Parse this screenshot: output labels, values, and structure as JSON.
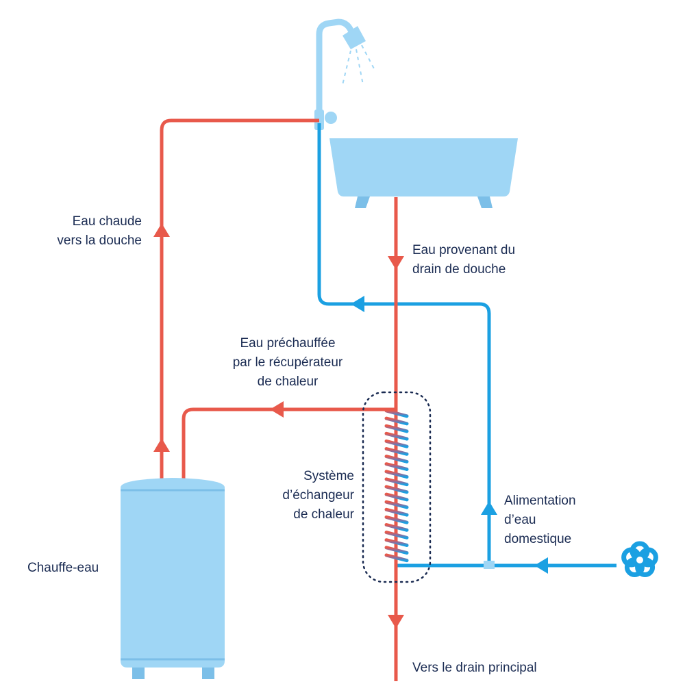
{
  "colors": {
    "hot": "#e8594b",
    "cold": "#1ba0e2",
    "fixture": "#9fd6f5",
    "fixture_dark": "#7cbfe8",
    "text": "#1a2b52",
    "dotted": "#1a2b52"
  },
  "icons": {
    "shower": "shower-head-icon",
    "bathtub": "bathtub-icon",
    "valve": "water-valve-icon",
    "heater": "water-heater-icon",
    "exchanger": "heat-exchanger-coil-icon"
  },
  "labels": {
    "hot_to_shower": [
      "Eau chaude",
      "vers la douche"
    ],
    "from_drain": [
      "Eau provenant du",
      "drain de douche"
    ],
    "preheated": [
      "Eau préchauffée",
      "par le récupérateur",
      "de chaleur"
    ],
    "exchanger": [
      "Système",
      "d’échangeur",
      "de chaleur"
    ],
    "domestic_supply": [
      "Alimentation",
      "d’eau",
      "domestique"
    ],
    "heater": [
      "Chauffe-eau"
    ],
    "main_drain": [
      "Vers le drain principal"
    ]
  }
}
